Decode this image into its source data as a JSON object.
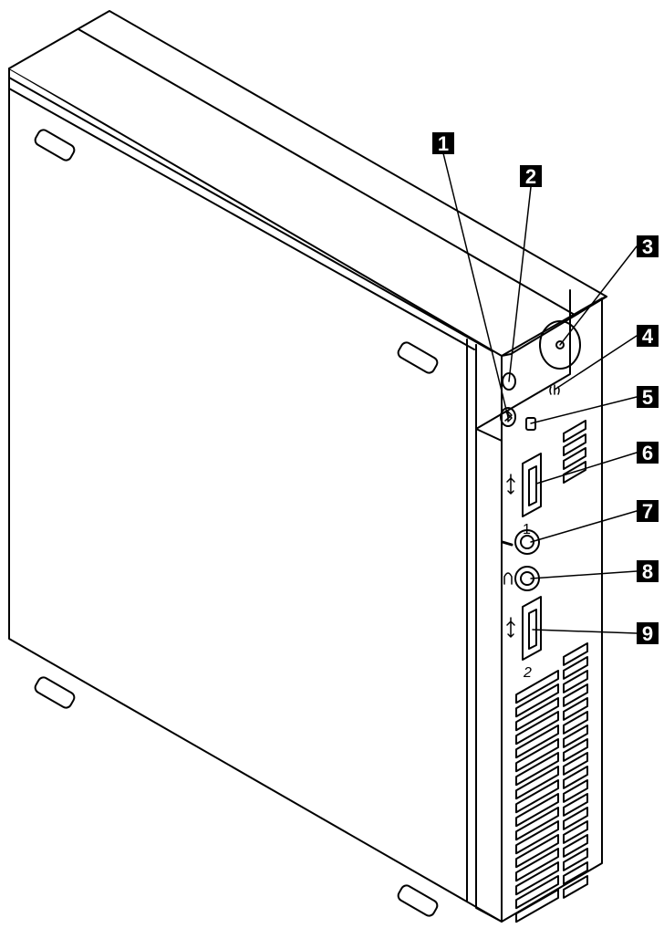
{
  "colors": {
    "ink": "#000000",
    "paper": "#ffffff"
  },
  "callouts": [
    {
      "label": "1",
      "target": "bluetooth-indicator"
    },
    {
      "label": "2",
      "target": "hard-disk-indicator"
    },
    {
      "label": "3",
      "target": "power-button"
    },
    {
      "label": "4",
      "target": "wireless-indicator"
    },
    {
      "label": "5",
      "target": "bluetooth-button"
    },
    {
      "label": "6",
      "target": "usb-port-1"
    },
    {
      "label": "7",
      "target": "microphone-connector"
    },
    {
      "label": "8",
      "target": "headphone-connector"
    },
    {
      "label": "9",
      "target": "usb-port-2"
    }
  ],
  "port_labels": {
    "usb1": "1",
    "usb2": "2"
  },
  "icons": [
    "bluetooth-icon",
    "hdd-icon",
    "wireless-icon",
    "usb-icon",
    "microphone-icon",
    "headphone-icon"
  ]
}
